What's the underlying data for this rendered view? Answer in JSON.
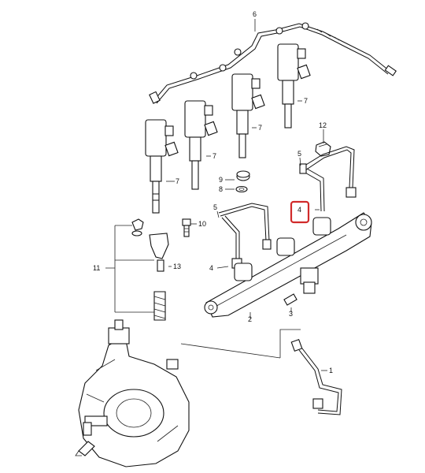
{
  "diagram": {
    "callouts": {
      "c1": "1",
      "c2": "2",
      "c3": "3",
      "c4a": "4",
      "c4b": "4",
      "c5a": "5",
      "c5b": "5",
      "c6": "6",
      "c7a": "7",
      "c7b": "7",
      "c7c": "7",
      "c7d": "7",
      "c8": "8",
      "c9": "9",
      "c10": "10",
      "c11": "11",
      "c12": "12",
      "c13": "13"
    },
    "highlight_color": "#d12a2a",
    "icons": [
      "fuel-injector-icon",
      "fuel-rail-icon",
      "high-pressure-pump-icon",
      "fuel-pipe-icon",
      "return-hose-icon",
      "bolt-icon",
      "clamp-icon"
    ]
  }
}
